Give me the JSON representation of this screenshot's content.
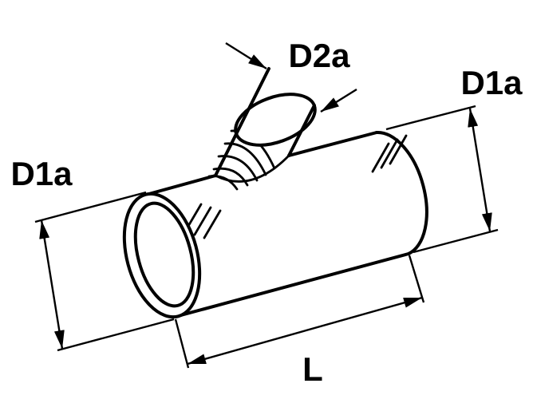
{
  "page": {
    "background_color": "#ffffff"
  },
  "drawing": {
    "type": "technical-line-drawing",
    "stroke_color": "#000000",
    "labels": {
      "branch_diameter": "D2a",
      "diameter_right": "D1a",
      "diameter_left": "D1a",
      "length": "L"
    }
  }
}
